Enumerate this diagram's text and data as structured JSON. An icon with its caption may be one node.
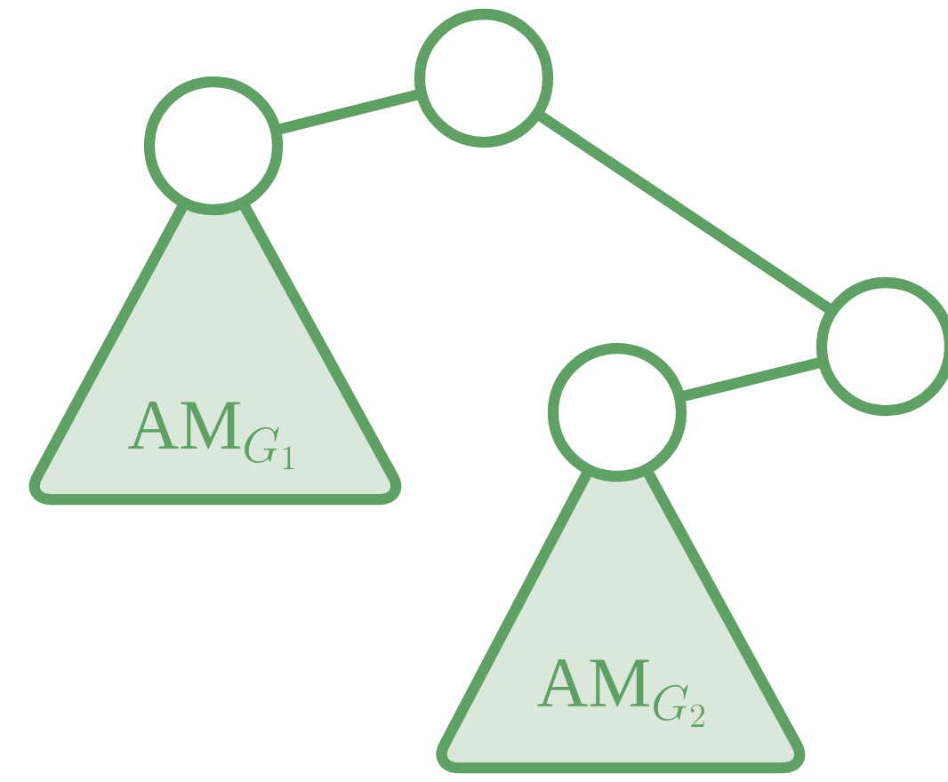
{
  "diagram": {
    "nodes": [
      {
        "text": [],
        "shape": "circle"
      },
      {
        "text": [
          "\\mathrm{AM}_{G_1}"
        ]
      },
      {
        "text": [],
        "shape": "circle"
      },
      {
        "text": [],
        "shape": "circle"
      },
      {
        "text": [],
        "shape": "circle"
      },
      {
        "text": [
          "\\mathrm{AM}_{G_2}"
        ]
      }
    ],
    "edges": [
      {
        "from": 0,
        "to": 2,
        "arrow": "none"
      },
      {
        "from": 2,
        "to": 3,
        "arrow": "none"
      },
      {
        "from": 3,
        "to": 4,
        "arrow": "none"
      }
    ]
  }
}
